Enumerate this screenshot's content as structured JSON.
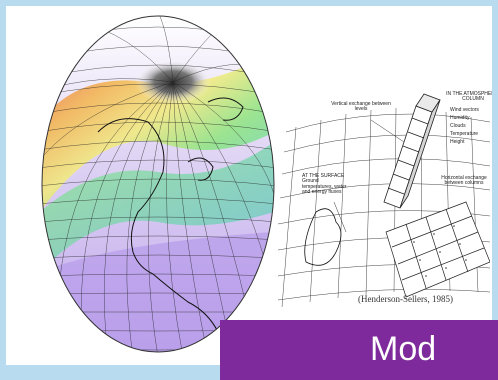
{
  "slide": {
    "banner_title": "Mod",
    "banner_color": "#7e2a9c",
    "background_color": "#b9dbf0"
  },
  "diagram": {
    "label_vertical": "Vertical exchange between levels",
    "label_column_title": "IN THE ATMOSPHERIC COLUMN",
    "label_column_items": [
      "Wind vectors",
      "Humidity",
      "Clouds",
      "Temperature",
      "Height"
    ],
    "label_surface": "AT THE SURFACE Ground temperatures, water and energy fluxes",
    "label_horizontal": "Horizontal exchange between columns",
    "citation": "(Henderson-Sellers, 1985)"
  },
  "icons": {
    "globe": "globe-grid-icon",
    "grid_diagram": "atmospheric-column-icon"
  }
}
